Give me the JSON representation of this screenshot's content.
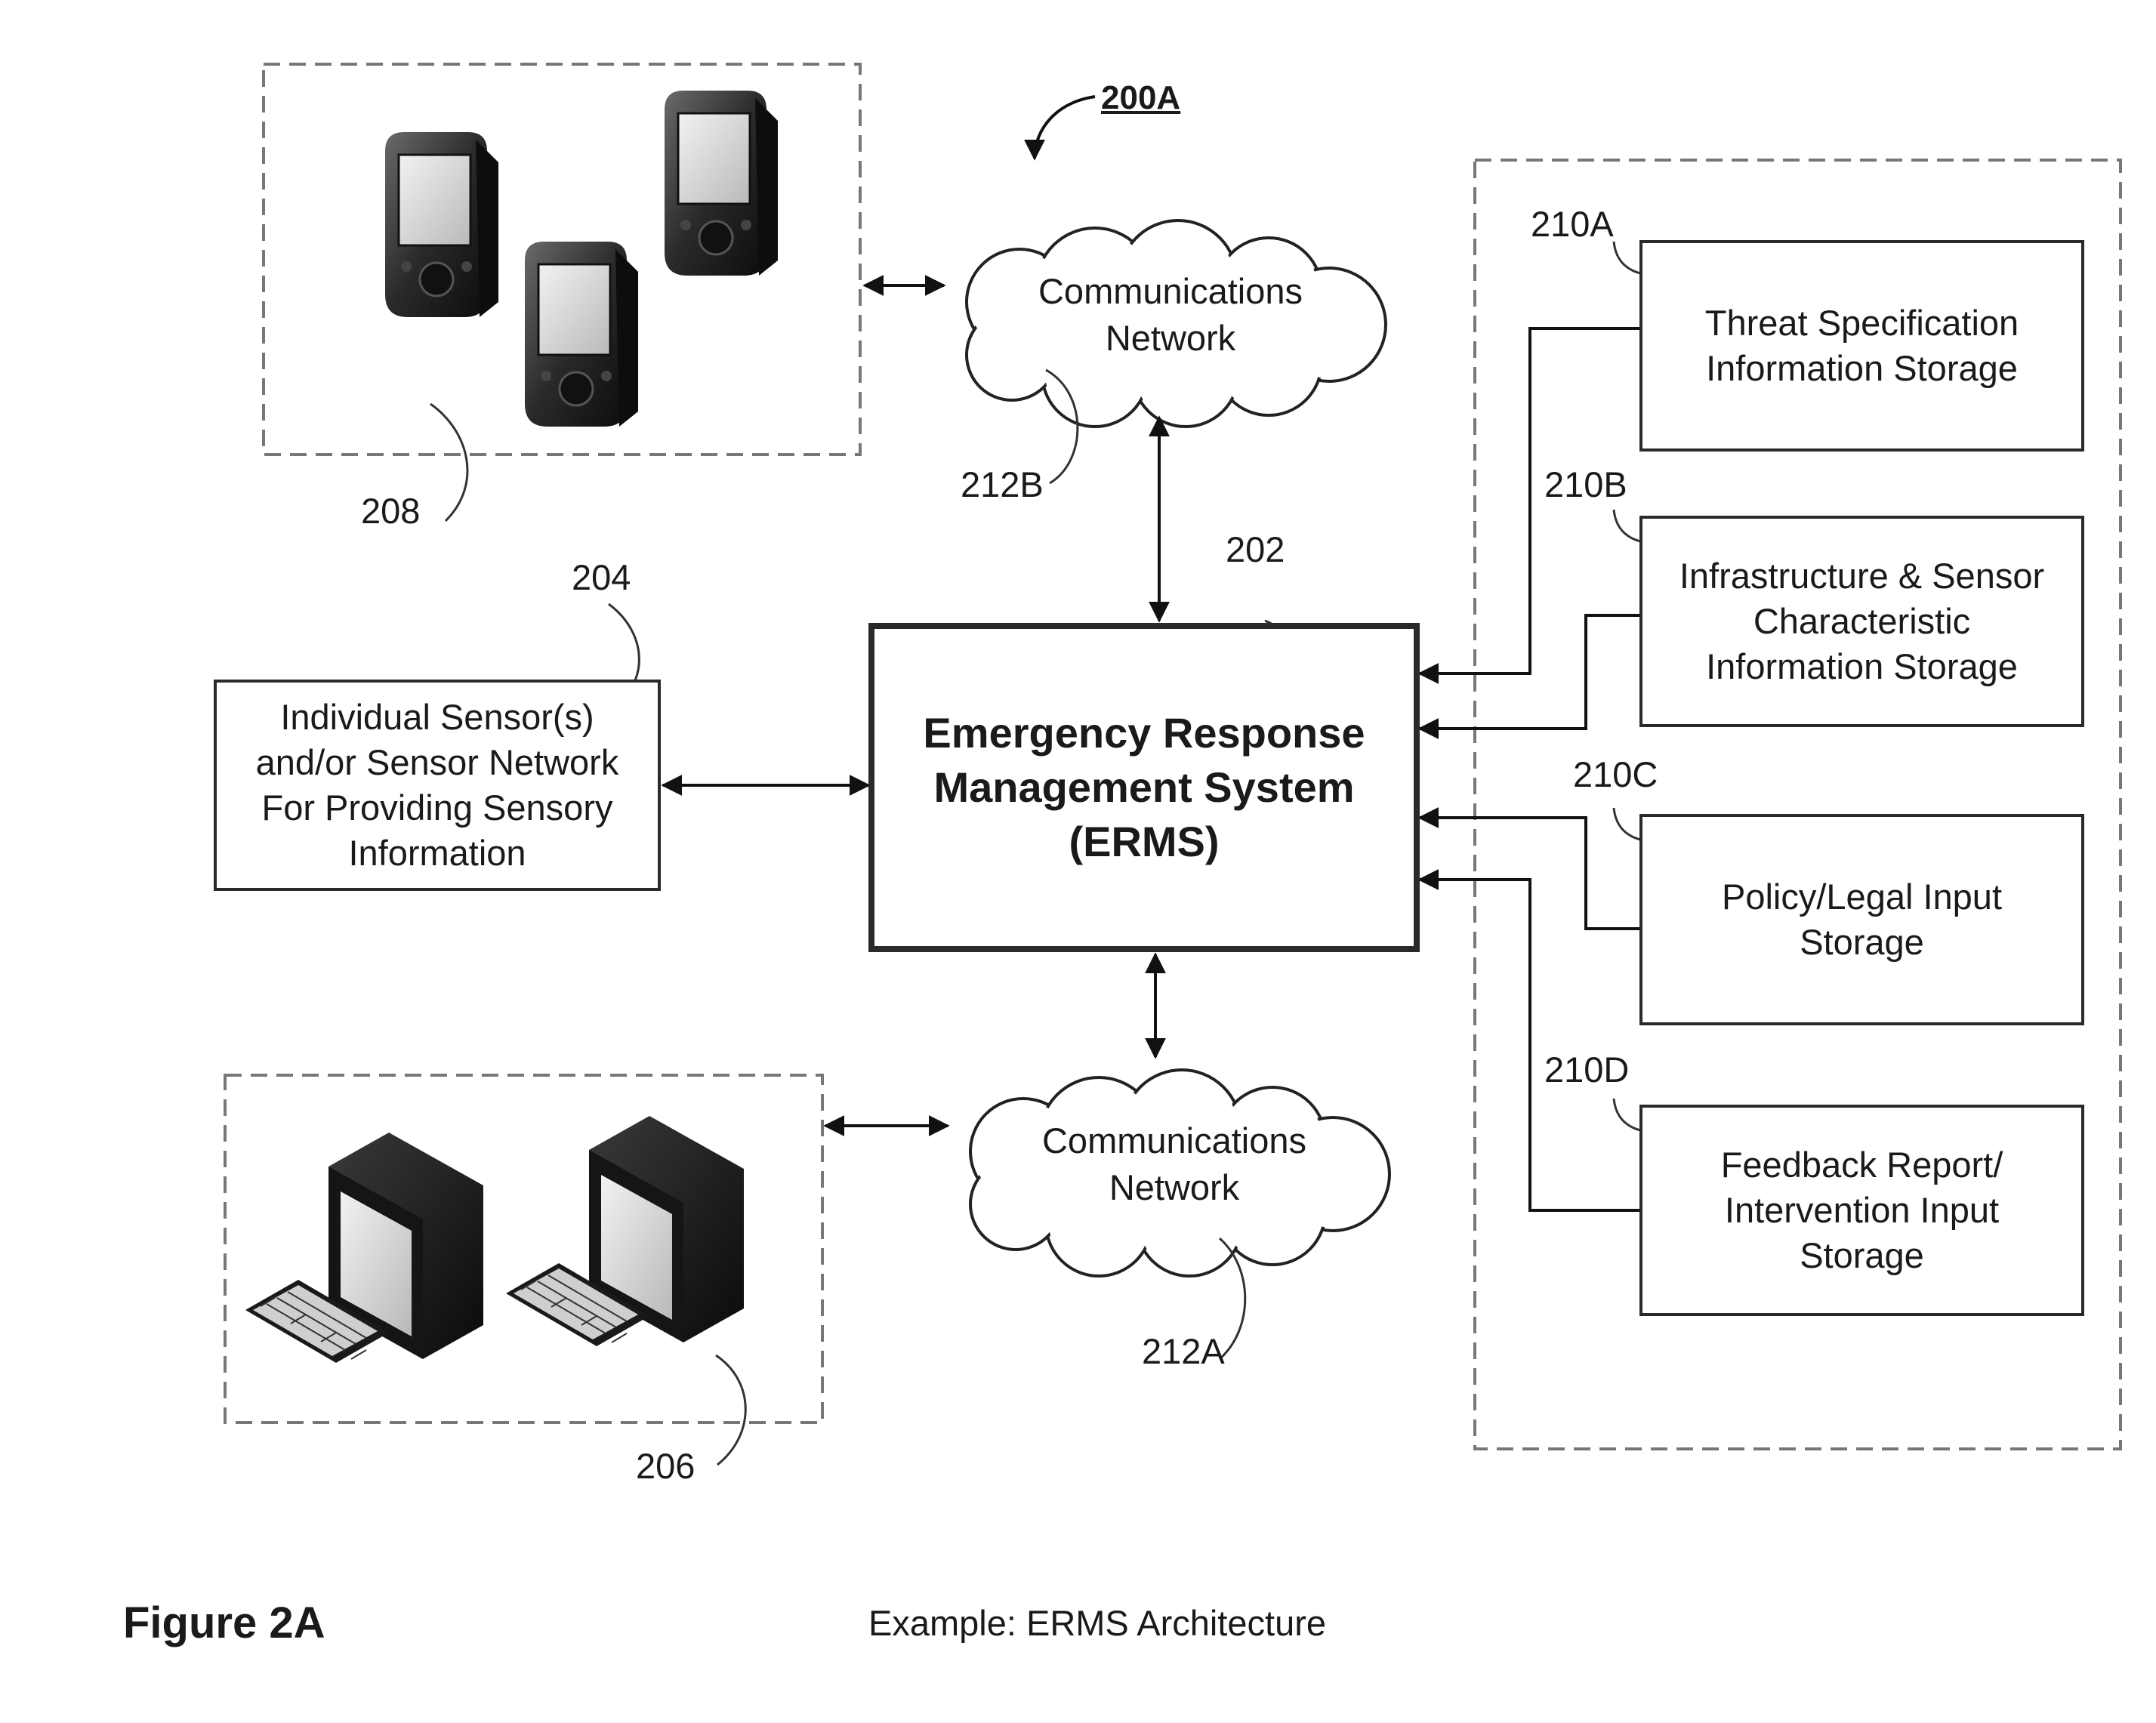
{
  "diagram_ref": "200A",
  "clouds": {
    "top": {
      "lines": [
        "Communications",
        "Network"
      ],
      "ref": "212B"
    },
    "bottom": {
      "lines": [
        "Communications",
        "Network"
      ],
      "ref": "212A"
    }
  },
  "erms": {
    "lines": [
      "Emergency Response",
      "Management System",
      "(ERMS)"
    ],
    "ref": "202"
  },
  "sensor": {
    "lines": [
      "Individual Sensor(s)",
      "and/or Sensor Network",
      "For Providing Sensory",
      "Information"
    ],
    "ref": "204"
  },
  "mobile_group": {
    "ref": "208"
  },
  "desktop_group": {
    "ref": "206"
  },
  "storages": [
    {
      "ref": "210A",
      "lines": [
        "Threat Specification",
        "Information Storage"
      ]
    },
    {
      "ref": "210B",
      "lines": [
        "Infrastructure & Sensor",
        "Characteristic",
        "Information Storage"
      ]
    },
    {
      "ref": "210C",
      "lines": [
        "Policy/Legal Input",
        "Storage"
      ]
    },
    {
      "ref": "210D",
      "lines": [
        "Feedback Report/",
        "Intervention Input",
        "Storage"
      ]
    }
  ],
  "figure_label": "Figure 2A",
  "caption": "Example: ERMS Architecture"
}
